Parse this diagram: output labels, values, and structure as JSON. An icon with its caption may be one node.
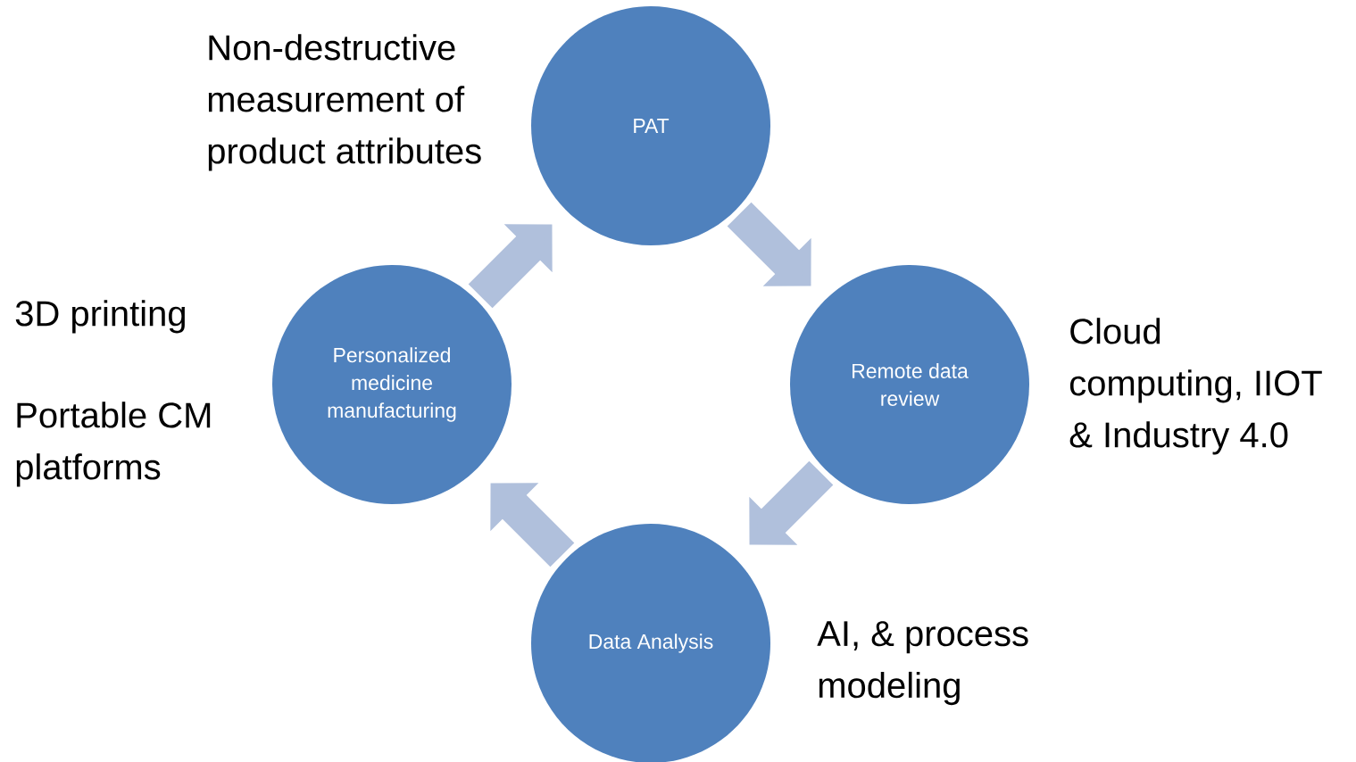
{
  "diagram": {
    "nodes": [
      {
        "text": [
          "PAT"
        ],
        "beside": [
          "Non-destructive measurement of product attributes"
        ]
      },
      {
        "text": [
          "Personalized medicine manufacturing"
        ],
        "beside": [
          "3D printing",
          "Portable CM platforms"
        ]
      },
      {
        "text": [
          "Remote data review"
        ],
        "beside": [
          "Cloud computing, IIOT & Industry 4.0"
        ]
      },
      {
        "text": [
          "Data Analysis"
        ],
        "beside": [
          "AI, & process modeling"
        ]
      }
    ],
    "edges": [
      {
        "from": 0,
        "to": 2,
        "arrow": "to"
      },
      {
        "from": 2,
        "to": 3,
        "arrow": "to"
      },
      {
        "from": 3,
        "to": 1,
        "arrow": "to"
      },
      {
        "from": 1,
        "to": 0,
        "arrow": "to"
      }
    ]
  }
}
